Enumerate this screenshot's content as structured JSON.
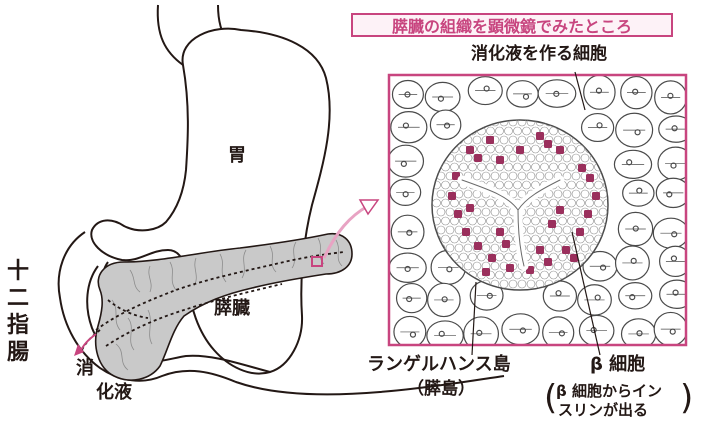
{
  "title": "膵臓の組織を顕微鏡でみたところ",
  "labels": {
    "stomach": "胃",
    "duodenum": [
      "十",
      "二",
      "指",
      "腸"
    ],
    "pancreas": "膵臓",
    "digestive_juice_1": "消",
    "digestive_juice_2": "化液",
    "digestive_cells": "消化液を作る細胞",
    "islet_line1": "ランゲルハンス島",
    "islet_line2": "（膵島）",
    "beta_cell": "β 細胞",
    "beta_note_line1": "β 細胞からイン",
    "beta_note_line2": "スリンが出る"
  },
  "colors": {
    "accent": "#c8457f",
    "beta_cell_fill": "#9a2f5c",
    "pancreas_fill": "#c9c9c9",
    "outline": "#231815"
  }
}
